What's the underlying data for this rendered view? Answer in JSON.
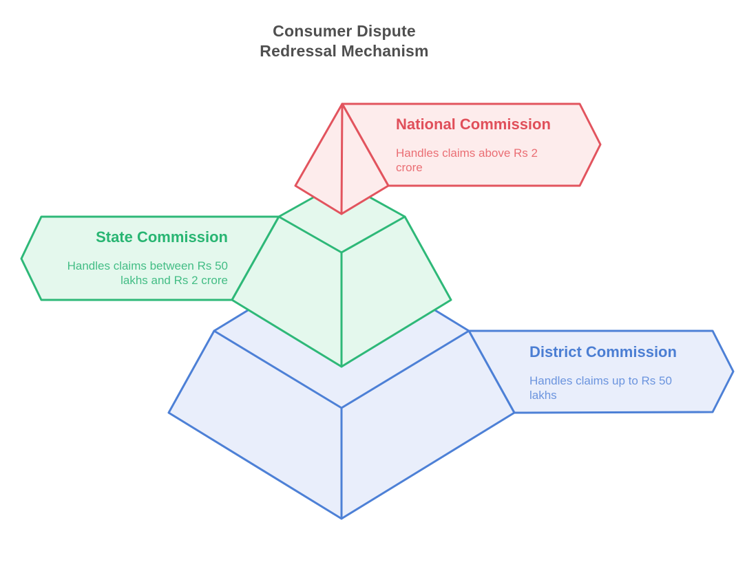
{
  "diagram": {
    "title": "Consumer Dispute\nRedressal Mechanism",
    "title_color": "#4f4f4f"
  },
  "levels": {
    "national": {
      "label": "National Commission",
      "description": "Handles claims above Rs 2 crore",
      "stroke_color": "#e2545e",
      "fill_color": "#fdecec",
      "title_color": "#e04f5a",
      "body_color": "#ea6e74"
    },
    "state": {
      "label": "State Commission",
      "description": "Handles claims between Rs 50 lakhs and Rs 2 crore",
      "stroke_color": "#2eb878",
      "fill_color": "#e4f8ed",
      "title_color": "#28b572",
      "body_color": "#43bd85"
    },
    "district": {
      "label": "District Commission",
      "description": "Handles claims up to Rs 50 lakhs",
      "stroke_color": "#4d80d6",
      "fill_color": "#e9eefb",
      "title_color": "#4b7ed3",
      "body_color": "#6b94de"
    }
  }
}
